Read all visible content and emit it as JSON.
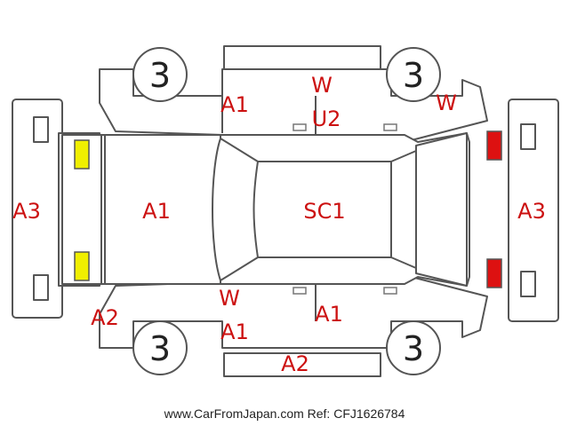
{
  "colors": {
    "label": "#cc1111",
    "outline": "#555555",
    "yellow_lamp": "#f0ef00",
    "red_lamp": "#dd1111"
  },
  "tires": {
    "front_left": "3",
    "front_right": "3",
    "rear_left": "3",
    "rear_right": "3"
  },
  "labels": {
    "front_bumper": "A3",
    "rear_bumper": "A3",
    "hood": "A1",
    "roof": "SC1",
    "top_fender_front": "A1",
    "top_roof_edge_w": "W",
    "top_roof_edge_u": "U2",
    "top_rear_fender": "W",
    "bottom_front_corner": "A2",
    "bottom_fender_w": "W",
    "bottom_fender_a": "A1",
    "bottom_rear_door": "A1",
    "bottom_rocker": "A2"
  },
  "footer": "www.CarFromJapan.com Ref: CFJ1626784"
}
